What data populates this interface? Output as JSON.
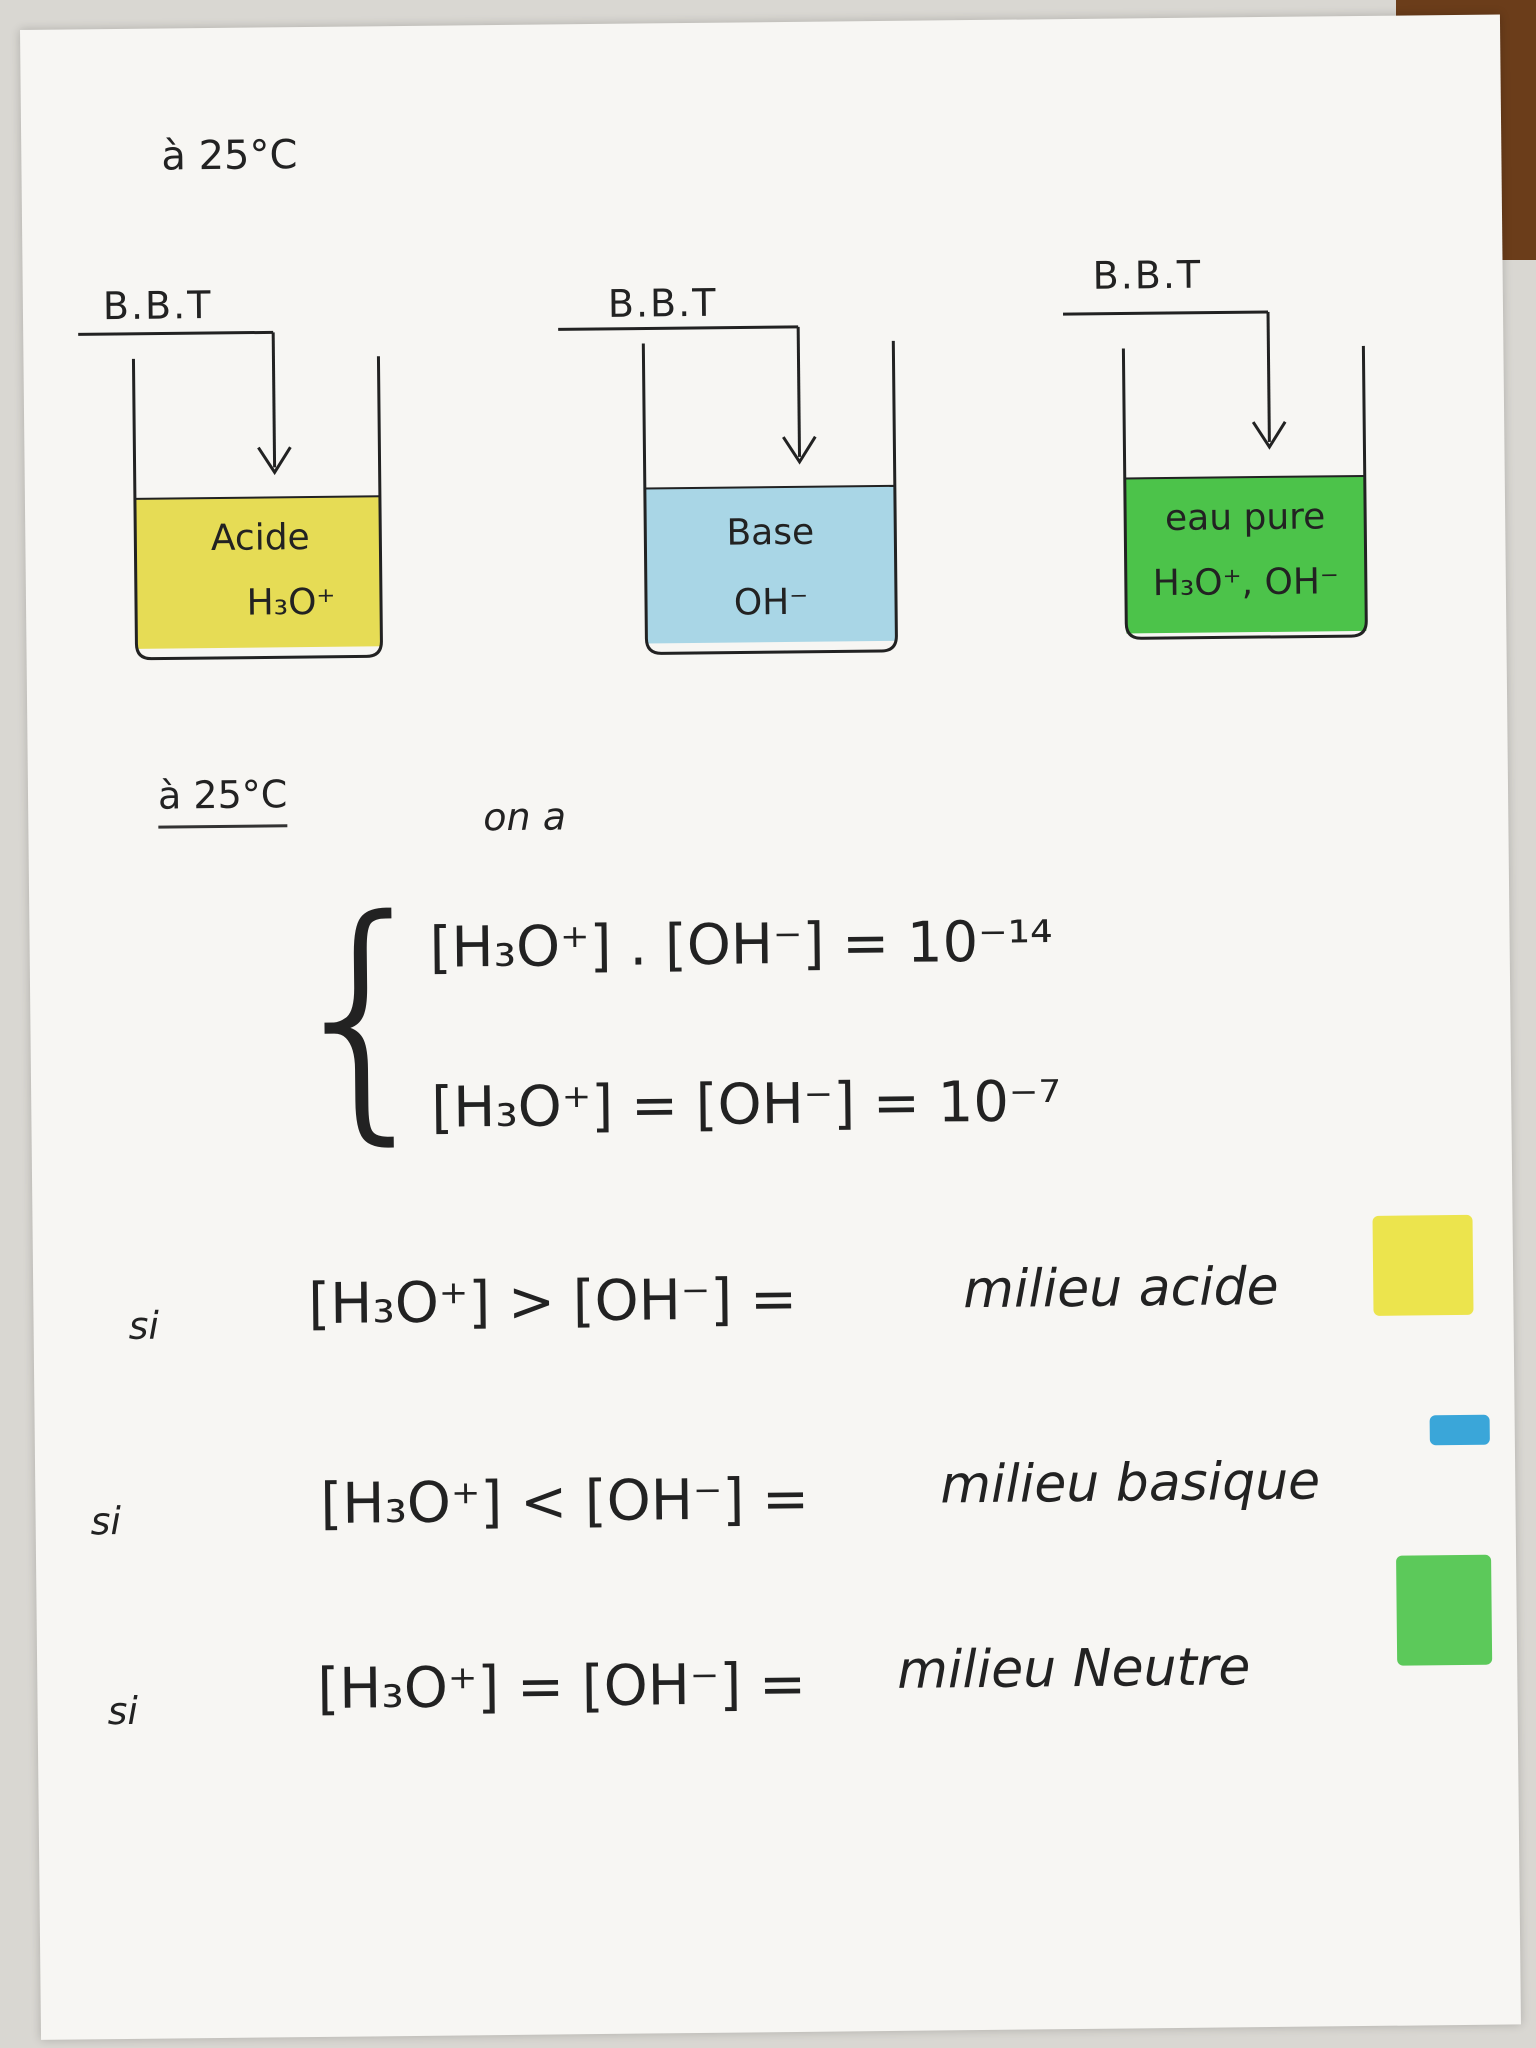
{
  "header": {
    "note": "à 25°C"
  },
  "beakers": [
    {
      "indicator": "B.B.T",
      "label_top": "Acide",
      "label_bottom": "H₃O⁺",
      "liquid_color": "#e6dc55"
    },
    {
      "indicator": "B.B.T",
      "label_top": "Base",
      "label_bottom": "OH⁻",
      "liquid_color": "#a9d6e6"
    },
    {
      "indicator": "B.B.T",
      "label_top": "eau pure",
      "label_bottom": "H₃O⁺, OH⁻",
      "liquid_color": "#4cc34a"
    }
  ],
  "conditions": {
    "temperature": "à 25°C",
    "on_a": "on a"
  },
  "equations": {
    "product": "[H₃O⁺] . [OH⁻] = 10⁻¹⁴",
    "equality": "[H₃O⁺] = [OH⁻] = 10⁻⁷"
  },
  "rules": [
    {
      "prefix": "si",
      "relation": "[H₃O⁺] > [OH⁻] =",
      "result": "milieu acide",
      "color": "#ece44d"
    },
    {
      "prefix": "si",
      "relation": "[H₃O⁺] < [OH⁻] =",
      "result": "milieu basique",
      "color": "#3aa6d9"
    },
    {
      "prefix": "si",
      "relation": "[H₃O⁺] = [OH⁻] =",
      "result": "milieu Neutre",
      "color": "#5cc95a"
    }
  ]
}
